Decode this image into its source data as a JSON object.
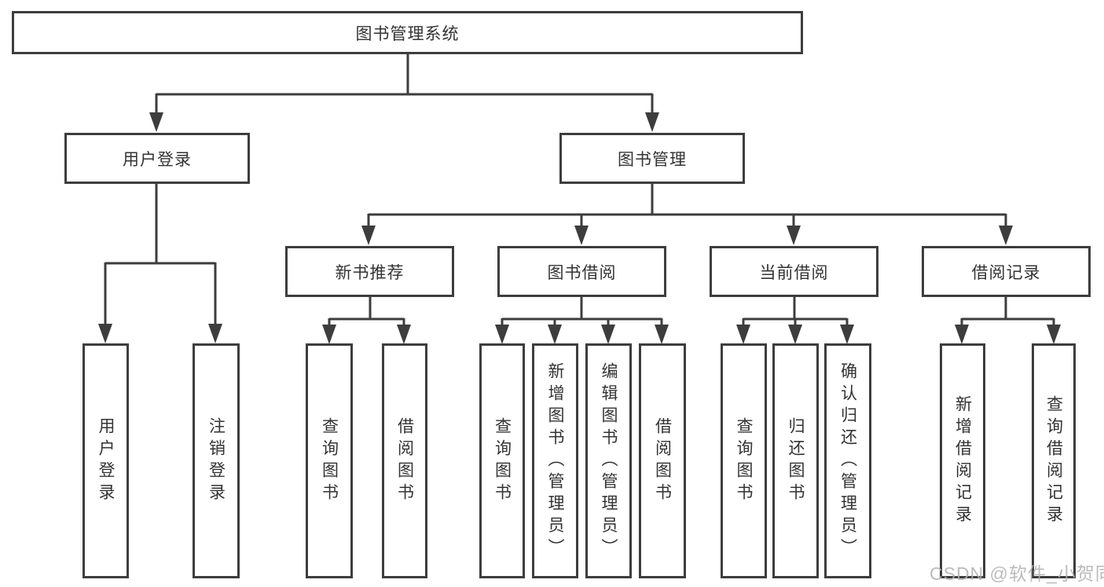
{
  "colors": {
    "line": "#3d3d3d",
    "box_border": "#3d3d3d",
    "text": "#333333",
    "watermark": "#b0b0b0",
    "background": "#ffffff"
  },
  "tree": {
    "label": "图书管理系统",
    "children": [
      {
        "label": "用户登录",
        "children": [
          {
            "label": "用户登录"
          },
          {
            "label": "注销登录"
          }
        ]
      },
      {
        "label": "图书管理",
        "children": [
          {
            "label": "新书推荐",
            "children": [
              {
                "label": "查询图书"
              },
              {
                "label": "借阅图书"
              }
            ]
          },
          {
            "label": "图书借阅",
            "children": [
              {
                "label": "查询图书"
              },
              {
                "label": "新增图书（管理员）"
              },
              {
                "label": "编辑图书（管理员）"
              },
              {
                "label": "借阅图书"
              }
            ]
          },
          {
            "label": "当前借阅",
            "children": [
              {
                "label": "查询图书"
              },
              {
                "label": "归还图书"
              },
              {
                "label": "确认归还（管理员）"
              }
            ]
          },
          {
            "label": "借阅记录",
            "children": [
              {
                "label": "新增借阅记录"
              },
              {
                "label": "查询借阅记录"
              }
            ]
          }
        ]
      }
    ]
  },
  "watermark": {
    "text": "CSDN @软件_小贺同学"
  }
}
